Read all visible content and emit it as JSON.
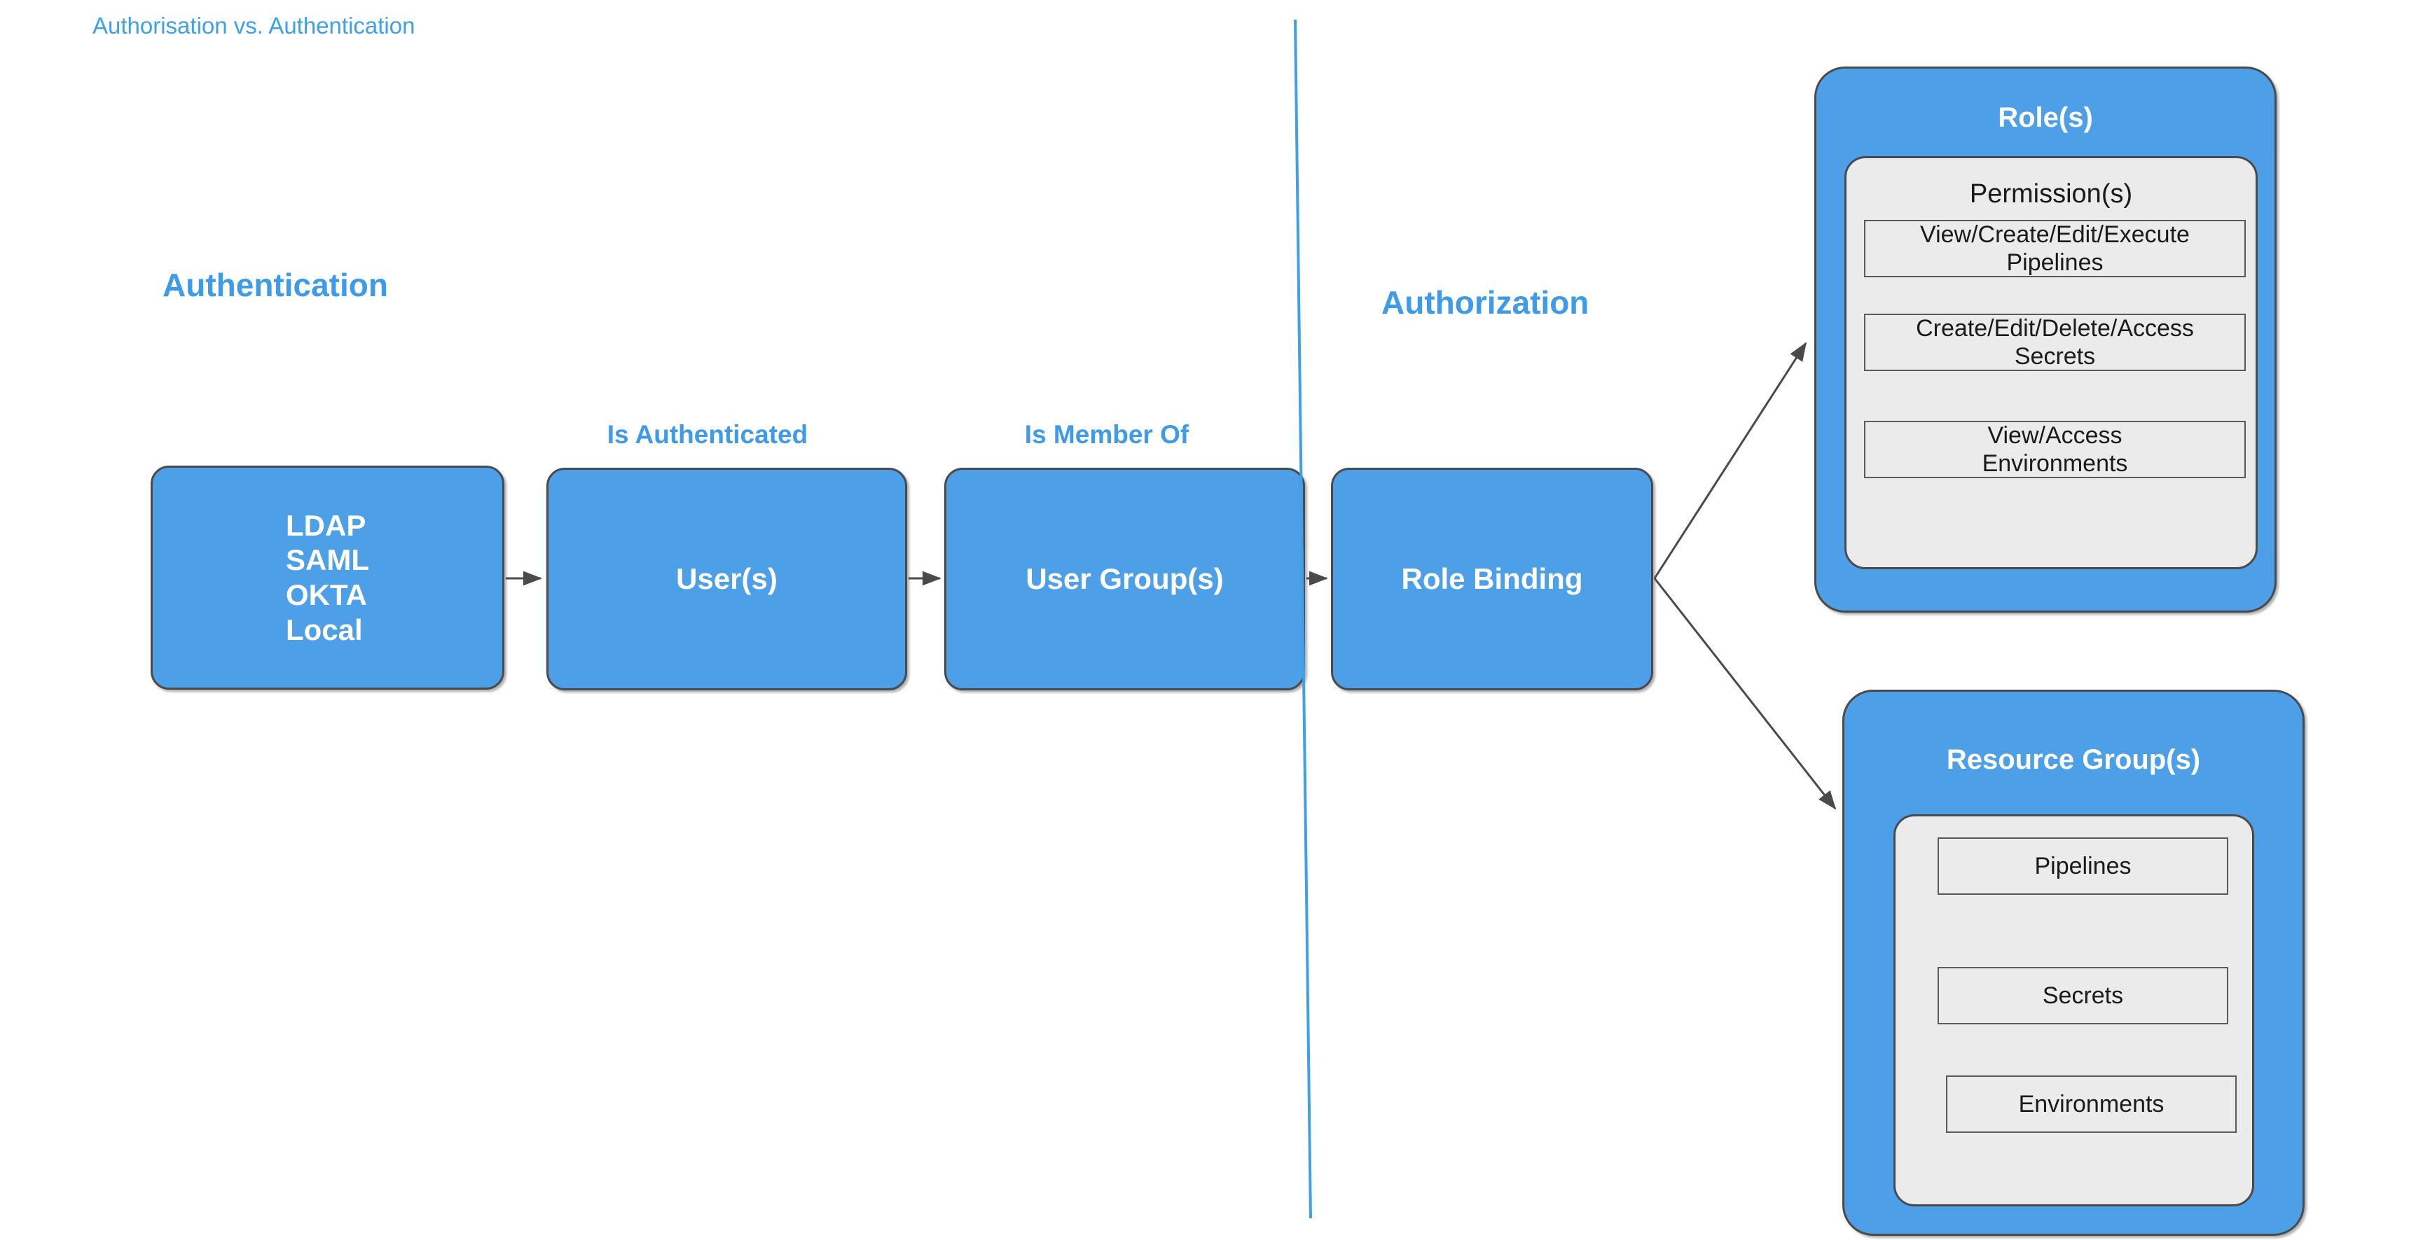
{
  "diagram": {
    "title": "Authorisation vs. Authentication",
    "colors": {
      "title_blue": "#3FA0E8",
      "label_blue": "#3D9BEA",
      "box_fill": "#4D9FE8",
      "panel_inner_fill": "#ebebeb",
      "box_border": "#4a4a4a",
      "arrow": "#4a4a4a",
      "divider": "#3FA0E8",
      "box_text": "#ffffff",
      "item_text": "#1a1a1a",
      "background": "#ffffff"
    }
  },
  "sections": {
    "authentication_label": "Authentication",
    "authorization_label": "Authorization"
  },
  "flow": {
    "boxes": [
      {
        "id": "identity-providers",
        "label": "LDAP\nSAML\nOKTA\nLocal"
      },
      {
        "id": "users",
        "label": "User(s)"
      },
      {
        "id": "user-groups",
        "label": "User Group(s)"
      },
      {
        "id": "role-binding",
        "label": "Role Binding"
      }
    ],
    "edge_labels": [
      {
        "id": "is-authenticated",
        "label": "Is Authenticated"
      },
      {
        "id": "is-member-of",
        "label": "Is Member Of"
      }
    ]
  },
  "roles_panel": {
    "title": "Role(s)",
    "inner_title": "Permission(s)",
    "items": [
      "View/Create/Edit/Execute\nPipelines",
      "Create/Edit/Delete/Access\nSecrets",
      "View/Access\nEnvironments"
    ]
  },
  "resource_groups_panel": {
    "title": "Resource Group(s)",
    "items": [
      "Pipelines",
      "Secrets",
      "Environments"
    ]
  }
}
